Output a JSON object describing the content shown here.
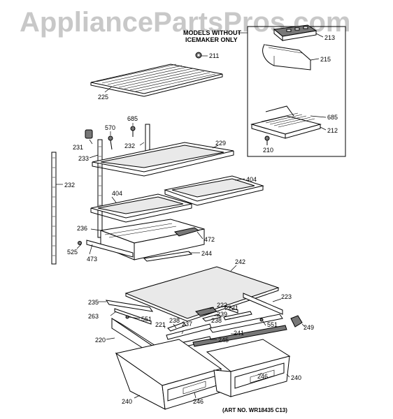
{
  "watermark": "AppliancePartsPros.com",
  "inset": {
    "title_line1": "MODELS WITHOUT",
    "title_line2": "ICEMAKER ONLY"
  },
  "art_number": "(ART NO. WR18435 C13)",
  "callouts": [
    {
      "id": "213",
      "text": "213"
    },
    {
      "id": "211",
      "text": "211"
    },
    {
      "id": "215",
      "text": "215"
    },
    {
      "id": "225",
      "text": "225"
    },
    {
      "id": "685a",
      "text": "685"
    },
    {
      "id": "685b",
      "text": "685"
    },
    {
      "id": "212",
      "text": "212"
    },
    {
      "id": "210",
      "text": "210"
    },
    {
      "id": "570",
      "text": "570"
    },
    {
      "id": "231",
      "text": "231"
    },
    {
      "id": "232a",
      "text": "232"
    },
    {
      "id": "229",
      "text": "229"
    },
    {
      "id": "233",
      "text": "233"
    },
    {
      "id": "232b",
      "text": "232"
    },
    {
      "id": "404a",
      "text": "404"
    },
    {
      "id": "404b",
      "text": "404"
    },
    {
      "id": "236",
      "text": "236"
    },
    {
      "id": "472",
      "text": "472"
    },
    {
      "id": "525",
      "text": "525"
    },
    {
      "id": "473",
      "text": "473"
    },
    {
      "id": "244",
      "text": "244"
    },
    {
      "id": "242",
      "text": "242"
    },
    {
      "id": "235",
      "text": "235"
    },
    {
      "id": "223",
      "text": "223"
    },
    {
      "id": "222",
      "text": "222"
    },
    {
      "id": "221a",
      "text": "221"
    },
    {
      "id": "239",
      "text": "239"
    },
    {
      "id": "263",
      "text": "263"
    },
    {
      "id": "551a",
      "text": "551"
    },
    {
      "id": "238a",
      "text": "238"
    },
    {
      "id": "238b",
      "text": "238"
    },
    {
      "id": "551b",
      "text": "551"
    },
    {
      "id": "249",
      "text": "249"
    },
    {
      "id": "221b",
      "text": "221"
    },
    {
      "id": "237",
      "text": "237"
    },
    {
      "id": "241",
      "text": "241"
    },
    {
      "id": "220",
      "text": "220"
    },
    {
      "id": "245",
      "text": "245"
    },
    {
      "id": "246a",
      "text": "246"
    },
    {
      "id": "240a",
      "text": "240"
    },
    {
      "id": "246b",
      "text": "246"
    },
    {
      "id": "240b",
      "text": "240"
    }
  ]
}
